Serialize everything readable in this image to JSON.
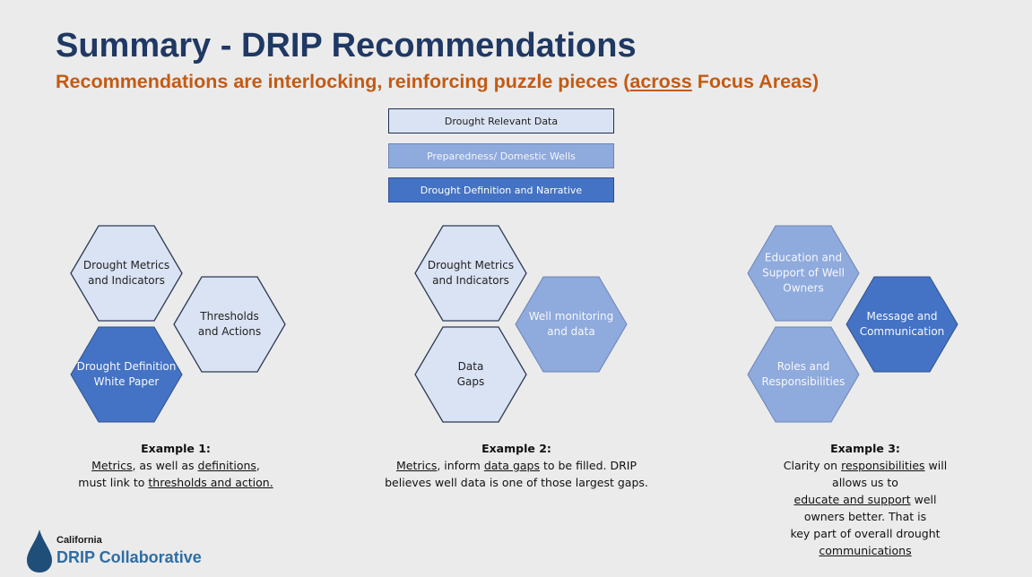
{
  "title": "Summary - DRIP Recommendations",
  "subtitle": {
    "before": "Recommendations are interlocking, reinforcing puzzle pieces (",
    "underlined": "across",
    "after": " Focus Areas)"
  },
  "legend": [
    {
      "label": "Drought Relevant Data",
      "color": "#dae3f3"
    },
    {
      "label": "Preparedness/ Domestic Wells",
      "color": "#8faadc"
    },
    {
      "label": "Drought Definition and Narrative",
      "color": "#4472c4"
    }
  ],
  "examples": [
    {
      "heading": "Example 1:",
      "hexagons": [
        {
          "label": "Drought Metrics\nand Indicators",
          "color": "#dae3f3"
        },
        {
          "label": "Thresholds\nand Actions",
          "color": "#dae3f3"
        },
        {
          "label": "Drought Definition\nWhite Paper",
          "color": "#4472c4"
        }
      ],
      "lines": [
        [
          {
            "t": "Metrics",
            "u": true
          },
          {
            "t": ", as well as "
          },
          {
            "t": "definitions",
            "u": true
          },
          {
            "t": ","
          }
        ],
        [
          {
            "t": "must link to "
          },
          {
            "t": "thresholds and action.",
            "u": true
          }
        ]
      ]
    },
    {
      "heading": "Example 2:",
      "hexagons": [
        {
          "label": "Drought Metrics\nand Indicators",
          "color": "#dae3f3"
        },
        {
          "label": "Well monitoring\nand data",
          "color": "#8faadc"
        },
        {
          "label": "Data\nGaps",
          "color": "#dae3f3"
        }
      ],
      "lines": [
        [
          {
            "t": "Metrics",
            "u": true
          },
          {
            "t": ", inform "
          },
          {
            "t": "data gaps",
            "u": true
          },
          {
            "t": " to be filled. DRIP"
          }
        ],
        [
          {
            "t": "believes well data is one of those largest gaps."
          }
        ]
      ]
    },
    {
      "heading": "Example 3:",
      "hexagons": [
        {
          "label": "Education and\nSupport of Well\nOwners",
          "color": "#8faadc"
        },
        {
          "label": "Message and\nCommunication",
          "color": "#4472c4"
        },
        {
          "label": "Roles and\nResponsibilities",
          "color": "#8faadc"
        }
      ],
      "lines": [
        [
          {
            "t": "Clarity on "
          },
          {
            "t": "responsibilities",
            "u": true
          },
          {
            "t": " will allows us to"
          }
        ],
        [
          {
            "t": "educate and support",
            "u": true
          },
          {
            "t": " well owners better. That is"
          }
        ],
        [
          {
            "t": "key part of overall drought "
          },
          {
            "t": "communications",
            "u": true
          }
        ]
      ]
    }
  ],
  "logo": {
    "line1": "California",
    "line2": "DRIP Collaborative",
    "drop_color": "#1f4e79"
  }
}
